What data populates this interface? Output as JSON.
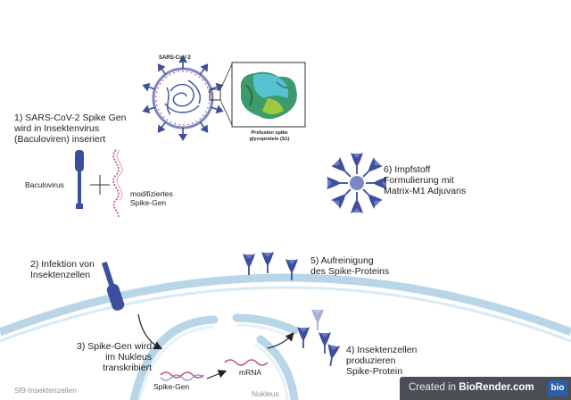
{
  "labels": {
    "sars_title": "SARS-CoV-2",
    "protein_caption": "Prefusion spike\nglycoprotein (S1)",
    "step1": "1) SARS-CoV-2 Spike Gen\nwird in Insektenvirus\n(Baculoviren) inseriert",
    "baculovirus": "Baculovirus",
    "modified_gene": "modifiziertes\nSpike-Gen",
    "step6": "6) Impfstoff\nFormulierung mit\nMatrix-M1 Adjuvans",
    "step2": "2) Infektion von\nInsektenzellen",
    "step5": "5) Aufreinigung\ndes Spike-Proteins",
    "step3": "3) Spike-Gen wird\nim Nukleus\ntranskribiert",
    "step4": "4) Insektenzellen\nproduzieren\nSpike-Protein",
    "spike_gene": "Spike-Gen",
    "mrna": "mRNA",
    "nucleus": "Nukleus",
    "cell_name": "Sf9-Insektenzellen"
  },
  "branding": {
    "prefix": "Created in ",
    "name": "BioRender.com",
    "logo": "bio"
  },
  "colors": {
    "spike": "#3d4f9c",
    "virus_ring": "#7d86c6",
    "rna": "#c04a6a",
    "membrane": "#b9d6e8",
    "protein_green": "#3d9a6a",
    "protein_teal": "#57c2d0"
  }
}
